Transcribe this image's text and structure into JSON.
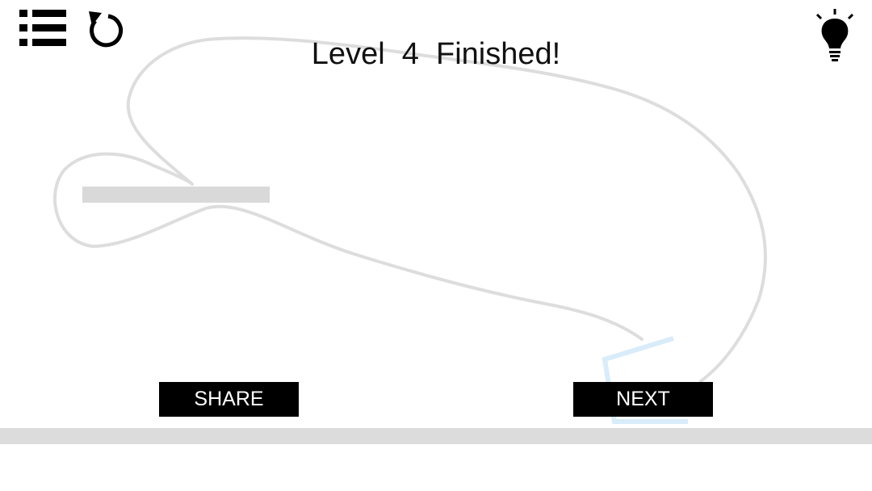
{
  "header": {
    "menu_icon": "menu-list-icon",
    "restart_icon": "restart-icon",
    "hint_icon": "lightbulb-icon"
  },
  "status": {
    "title": "Level  4  Finished!"
  },
  "buttons": {
    "share_label": "SHARE",
    "next_label": "NEXT"
  },
  "colors": {
    "drawn_line": "#dddddd",
    "platform": "#d9d9d9",
    "ground": "#dcdcdc",
    "cup": "#d8ecfa",
    "button_bg": "#000000",
    "button_text": "#ffffff"
  }
}
